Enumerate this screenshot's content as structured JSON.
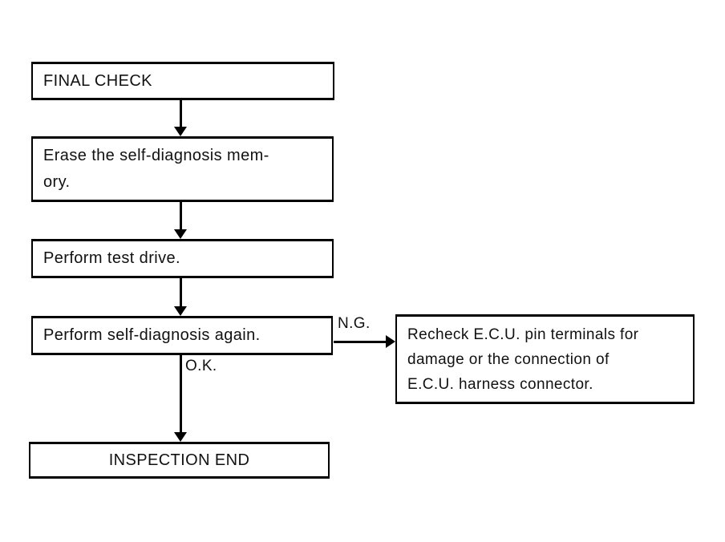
{
  "flowchart": {
    "nodes": {
      "final_check": "FINAL CHECK",
      "erase_memory": "Erase the self-diagnosis mem-\nory.",
      "test_drive": "Perform test drive.",
      "self_diagnosis_again": "Perform self-diagnosis again.",
      "inspection_end": "INSPECTION END",
      "recheck_ecu": "Recheck E.C.U. pin terminals for\ndamage or the connection of\nE.C.U. harness connector."
    },
    "branch_labels": {
      "ng": "N.G.",
      "ok": "O.K."
    },
    "colors": {
      "line": "#000000",
      "background": "#ffffff",
      "text": "#111111"
    }
  }
}
